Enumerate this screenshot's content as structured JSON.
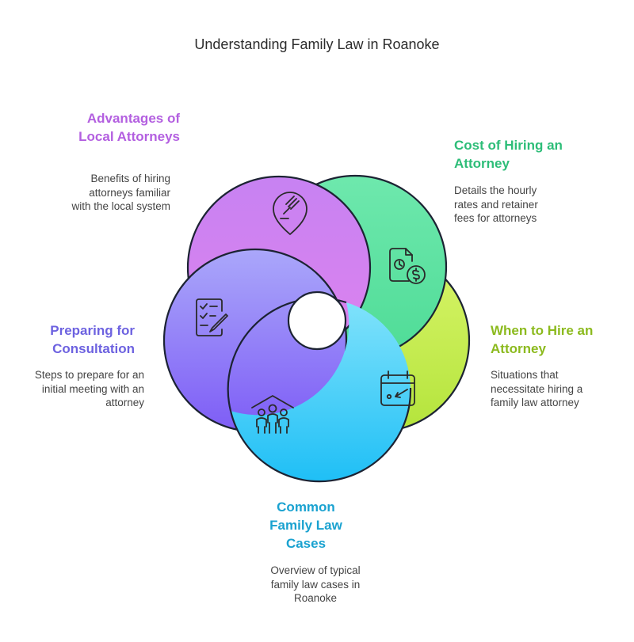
{
  "title": "Understanding Family Law in Roanoke",
  "colors": {
    "purple": "#b35fe0",
    "green": "#2dbd78",
    "lime": "#8cba1e",
    "cyan": "#1aa2d0",
    "violet": "#6d62e0"
  },
  "segments": [
    {
      "key": "advantages",
      "label": "Advantages of Local Attorneys",
      "description": "Benefits of hiring attorneys familiar with the local system",
      "icon": "gavel-location-pin-icon"
    },
    {
      "key": "cost",
      "label": "Cost of Hiring an Attorney",
      "description": "Details the hourly rates and retainer fees for attorneys",
      "icon": "document-dollar-icon"
    },
    {
      "key": "when",
      "label": "When to Hire an Attorney",
      "description": "Situations that necessitate hiring a family law attorney",
      "icon": "calendar-icon"
    },
    {
      "key": "common",
      "label": "Common Family Law Cases",
      "description": "Overview of typical family law cases in Roanoke",
      "icon": "family-home-icon"
    },
    {
      "key": "preparing",
      "label": "Preparing for Consultation",
      "description": "Steps to prepare for an initial meeting with an attorney",
      "icon": "checklist-pen-icon"
    }
  ]
}
